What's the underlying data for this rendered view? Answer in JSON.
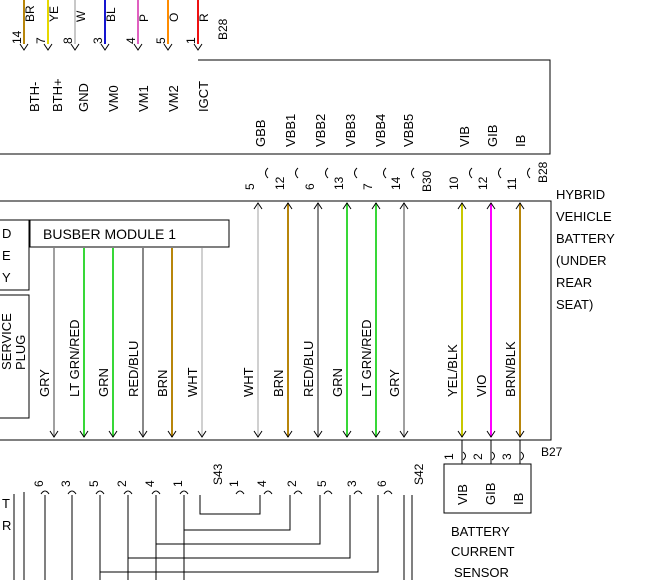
{
  "connectors": {
    "top_right": "B28",
    "mid_right": "B30",
    "mid_right2": "B28",
    "ecu_bottom": "B27",
    "joint_right": "S42",
    "joint_mid": "S43"
  },
  "top_strip": {
    "pin_numbers": [
      "14",
      "7",
      "8",
      "3",
      "4",
      "5",
      "1"
    ],
    "wire_colors": [
      "BR",
      "YE",
      "W",
      "BL",
      "P",
      "O",
      "R"
    ]
  },
  "ecu_signals": {
    "left": [
      "BTH-",
      "BTH+",
      "GND",
      "VM0",
      "VM1",
      "VM2",
      "IGCT"
    ],
    "right": [
      "GBB",
      "VBB1",
      "VBB2",
      "VBB3",
      "VBB4",
      "VBB5",
      "VIB",
      "GIB",
      "IB"
    ],
    "right_pins": [
      "5",
      "12",
      "6",
      "13",
      "7",
      "14",
      "10",
      "12",
      "11"
    ]
  },
  "battery_label": [
    "HYBRID",
    "VEHICLE",
    "BATTERY",
    "(UNDER",
    "REAR",
    "SEAT)"
  ],
  "busbar_label": "BUSBER MODULE 1",
  "left_box_partial": [
    "D",
    "E",
    "Y"
  ],
  "service_plug": [
    "SERVICE",
    "PLUG"
  ],
  "busbar_wires": [
    "GRY",
    "LT GRN/RED",
    "GRN",
    "RED/BLU",
    "BRN",
    "WHT"
  ],
  "battery_wires": [
    "WHT",
    "BRN",
    "RED/BLU",
    "GRN",
    "LT GRN/RED",
    "GRY",
    "YEL/BLK",
    "VIO",
    "BRN/BLK"
  ],
  "bottom_pins_left": [
    "6",
    "3",
    "5",
    "2",
    "4",
    "1"
  ],
  "bottom_pins_mid": [
    "1",
    "4",
    "2",
    "5",
    "3",
    "6"
  ],
  "sensor_pins": [
    "1",
    "2",
    "3"
  ],
  "sensor_signals": [
    "VIB",
    "GIB",
    "IB"
  ],
  "sensor_label": [
    "BATTERY",
    "CURRENT",
    "SENSOR"
  ],
  "bottom_left_partial": [
    "T",
    "R"
  ],
  "colors": {
    "BR": "#b8860b",
    "YE": "#e6d800",
    "W": "#c8c8c8",
    "BL": "#1515d0",
    "P": "#e060c0",
    "O": "#ff8c00",
    "R": "#ee1111",
    "GRY": "#a0a0a0",
    "GRN": "#38d838",
    "BRN": "#b8860b",
    "WHT": "#d0d0d0",
    "VIO": "#ff00ff",
    "YEL": "#c8c800"
  }
}
